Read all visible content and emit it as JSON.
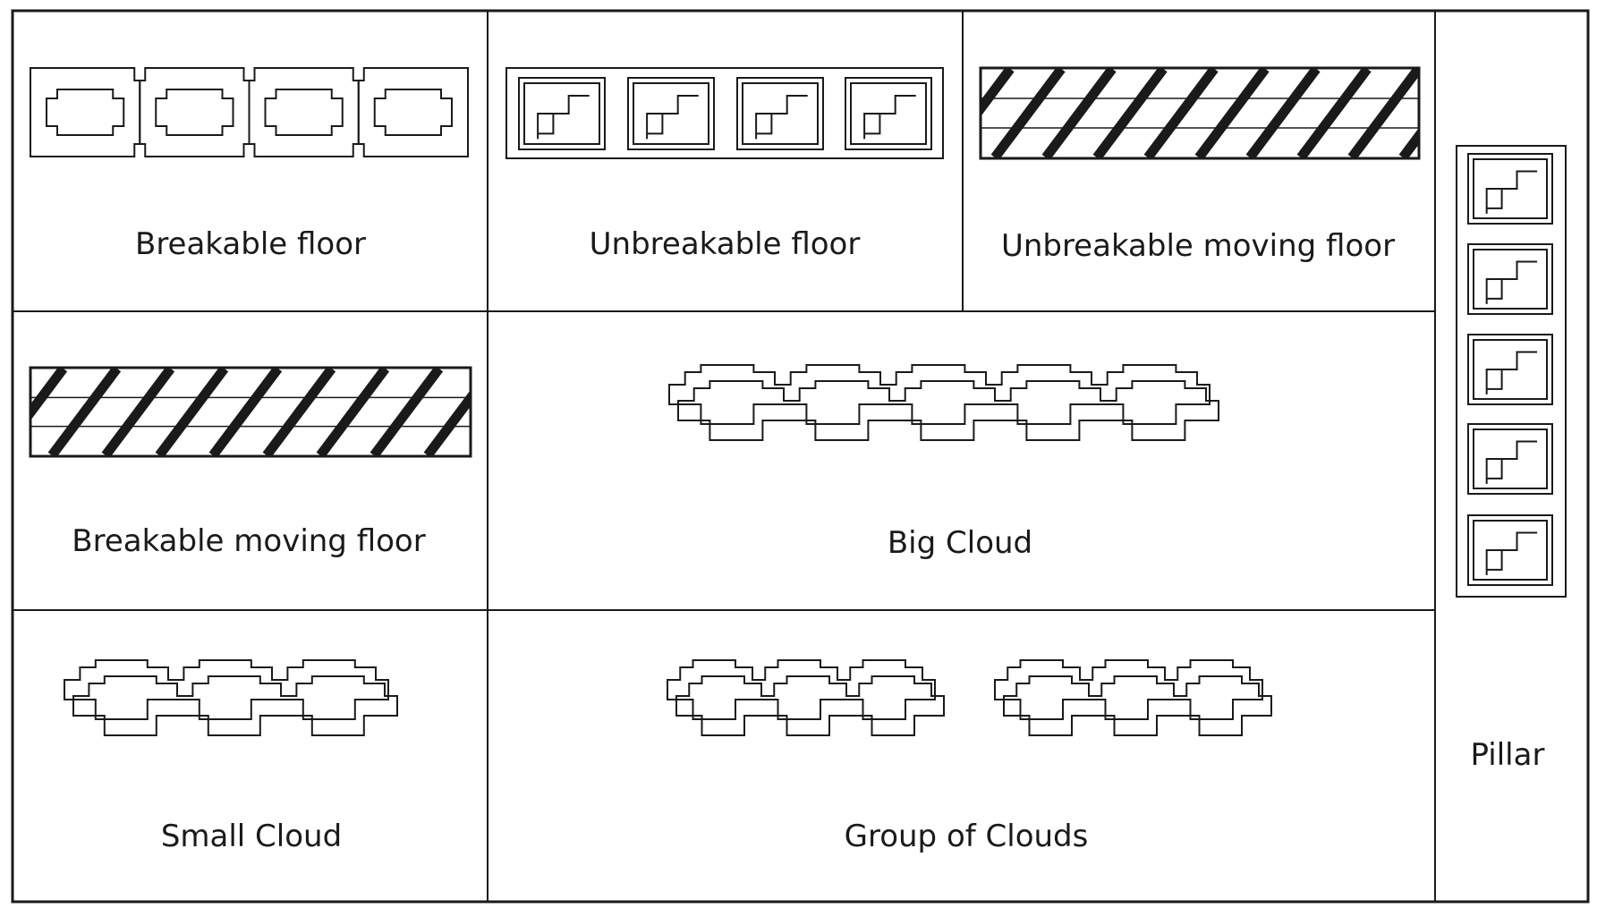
{
  "labels": {
    "breakable_floor": "Breakable floor",
    "unbreakable_floor": "Unbreakable floor",
    "unbreakable_moving_floor": "Unbreakable moving floor",
    "breakable_moving_floor": "Breakable moving floor",
    "big_cloud": "Big Cloud",
    "small_cloud": "Small Cloud",
    "group_of_clouds": "Group of Clouds",
    "pillar": "Pillar"
  },
  "colors": {
    "line": "#1a1a1a",
    "background": "#ffffff"
  },
  "icons": {
    "unbreakable_block": "stair-step-square",
    "breakable_segment": "notched-rectangle",
    "cloud": "stepped-cloud-outline",
    "moving_floor": "diagonal-hatched-strip"
  }
}
